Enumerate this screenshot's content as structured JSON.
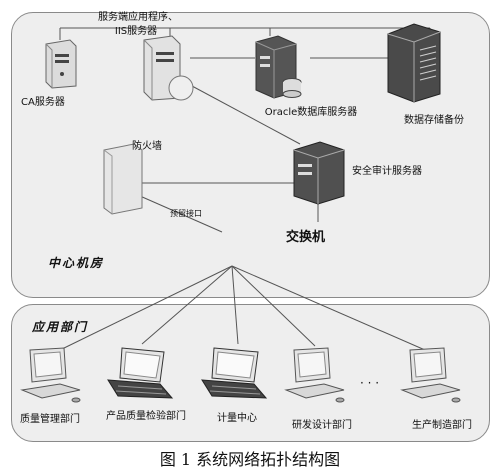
{
  "regions": {
    "center": {
      "title": "中心机房"
    },
    "apps": {
      "title": "应用部门"
    }
  },
  "nodes": {
    "ca_server": {
      "label": "CA服务器",
      "icon": "tower-server-icon"
    },
    "app_server": {
      "label": "服务端应用程序、IIS服务器",
      "line1": "服务端应用程序、",
      "line2": "IIS服务器",
      "icon": "tower-server-icon"
    },
    "oracle_server": {
      "label": "Oracle数据库服务器",
      "icon": "database-server-icon"
    },
    "storage": {
      "label": "数据存储备份",
      "icon": "storage-rack-icon"
    },
    "firewall": {
      "label": "防火墙",
      "icon": "firewall-icon"
    },
    "audit_server": {
      "label": "安全审计服务器",
      "icon": "tower-server-icon"
    },
    "switch": {
      "label": "交换机"
    },
    "reserved_port": {
      "label": "预留接口"
    }
  },
  "departments": [
    {
      "label": "质量管理部门",
      "icon": "desktop-computer-icon"
    },
    {
      "label": "产品质量检验部门",
      "icon": "laptop-icon"
    },
    {
      "label": "计量中心",
      "icon": "laptop-icon"
    },
    {
      "label": "研发设计部门",
      "icon": "desktop-computer-icon"
    },
    {
      "label": "生产制造部门",
      "icon": "desktop-computer-icon"
    }
  ],
  "ellipsis": "· · ·",
  "caption": "图 1    系统网络拓扑结构图"
}
